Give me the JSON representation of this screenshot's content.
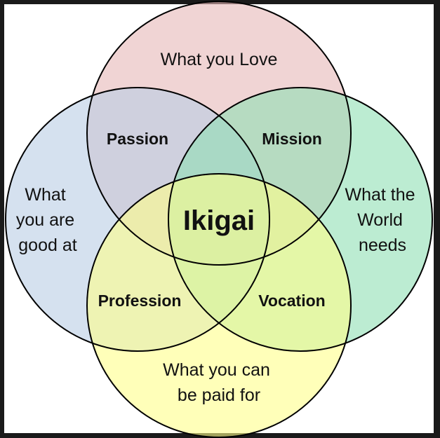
{
  "colors": {
    "frame_background": "#1a1a1a",
    "canvas_background": "#ffffff",
    "love": "#e6b8b7",
    "good_at": "#b9cde5",
    "world_needs": "#8fdfb4",
    "paid_for": "#ffff8a",
    "outline": "#000000"
  },
  "circles": {
    "love": {
      "lines": [
        "What you Love"
      ]
    },
    "good_at": {
      "lines": [
        "What",
        "you are",
        "good at"
      ]
    },
    "world_needs": {
      "lines": [
        "What the",
        "World",
        "needs"
      ]
    },
    "paid_for": {
      "lines": [
        "What you can",
        "be paid for"
      ]
    }
  },
  "overlaps": {
    "passion": "Passion",
    "mission": "Mission",
    "profession": "Profession",
    "vocation": "Vocation"
  },
  "center": "Ikigai"
}
